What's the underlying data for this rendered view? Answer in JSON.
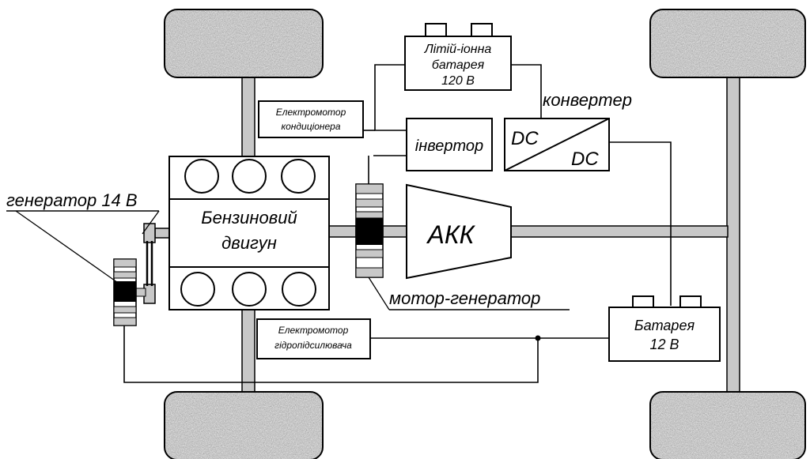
{
  "components": {
    "battery_li": [
      "Літій-іонна",
      "батарея",
      "120 В"
    ],
    "converter_label": "конвертер",
    "converter_dc_top": "DC",
    "converter_dc_bottom": "DC",
    "ac_motor": [
      "Електромотор",
      "кондиціонера"
    ],
    "inverter": "інвертор",
    "engine": [
      "Бензиновий",
      "двигун"
    ],
    "transmission": "АКК",
    "generator_label": "генератор 14 В",
    "motor_generator_label": "мотор-генератор",
    "steering_motor": [
      "Електромотор",
      "гідропідсилювача"
    ],
    "battery_12": [
      "Батарея",
      "12 В"
    ]
  }
}
